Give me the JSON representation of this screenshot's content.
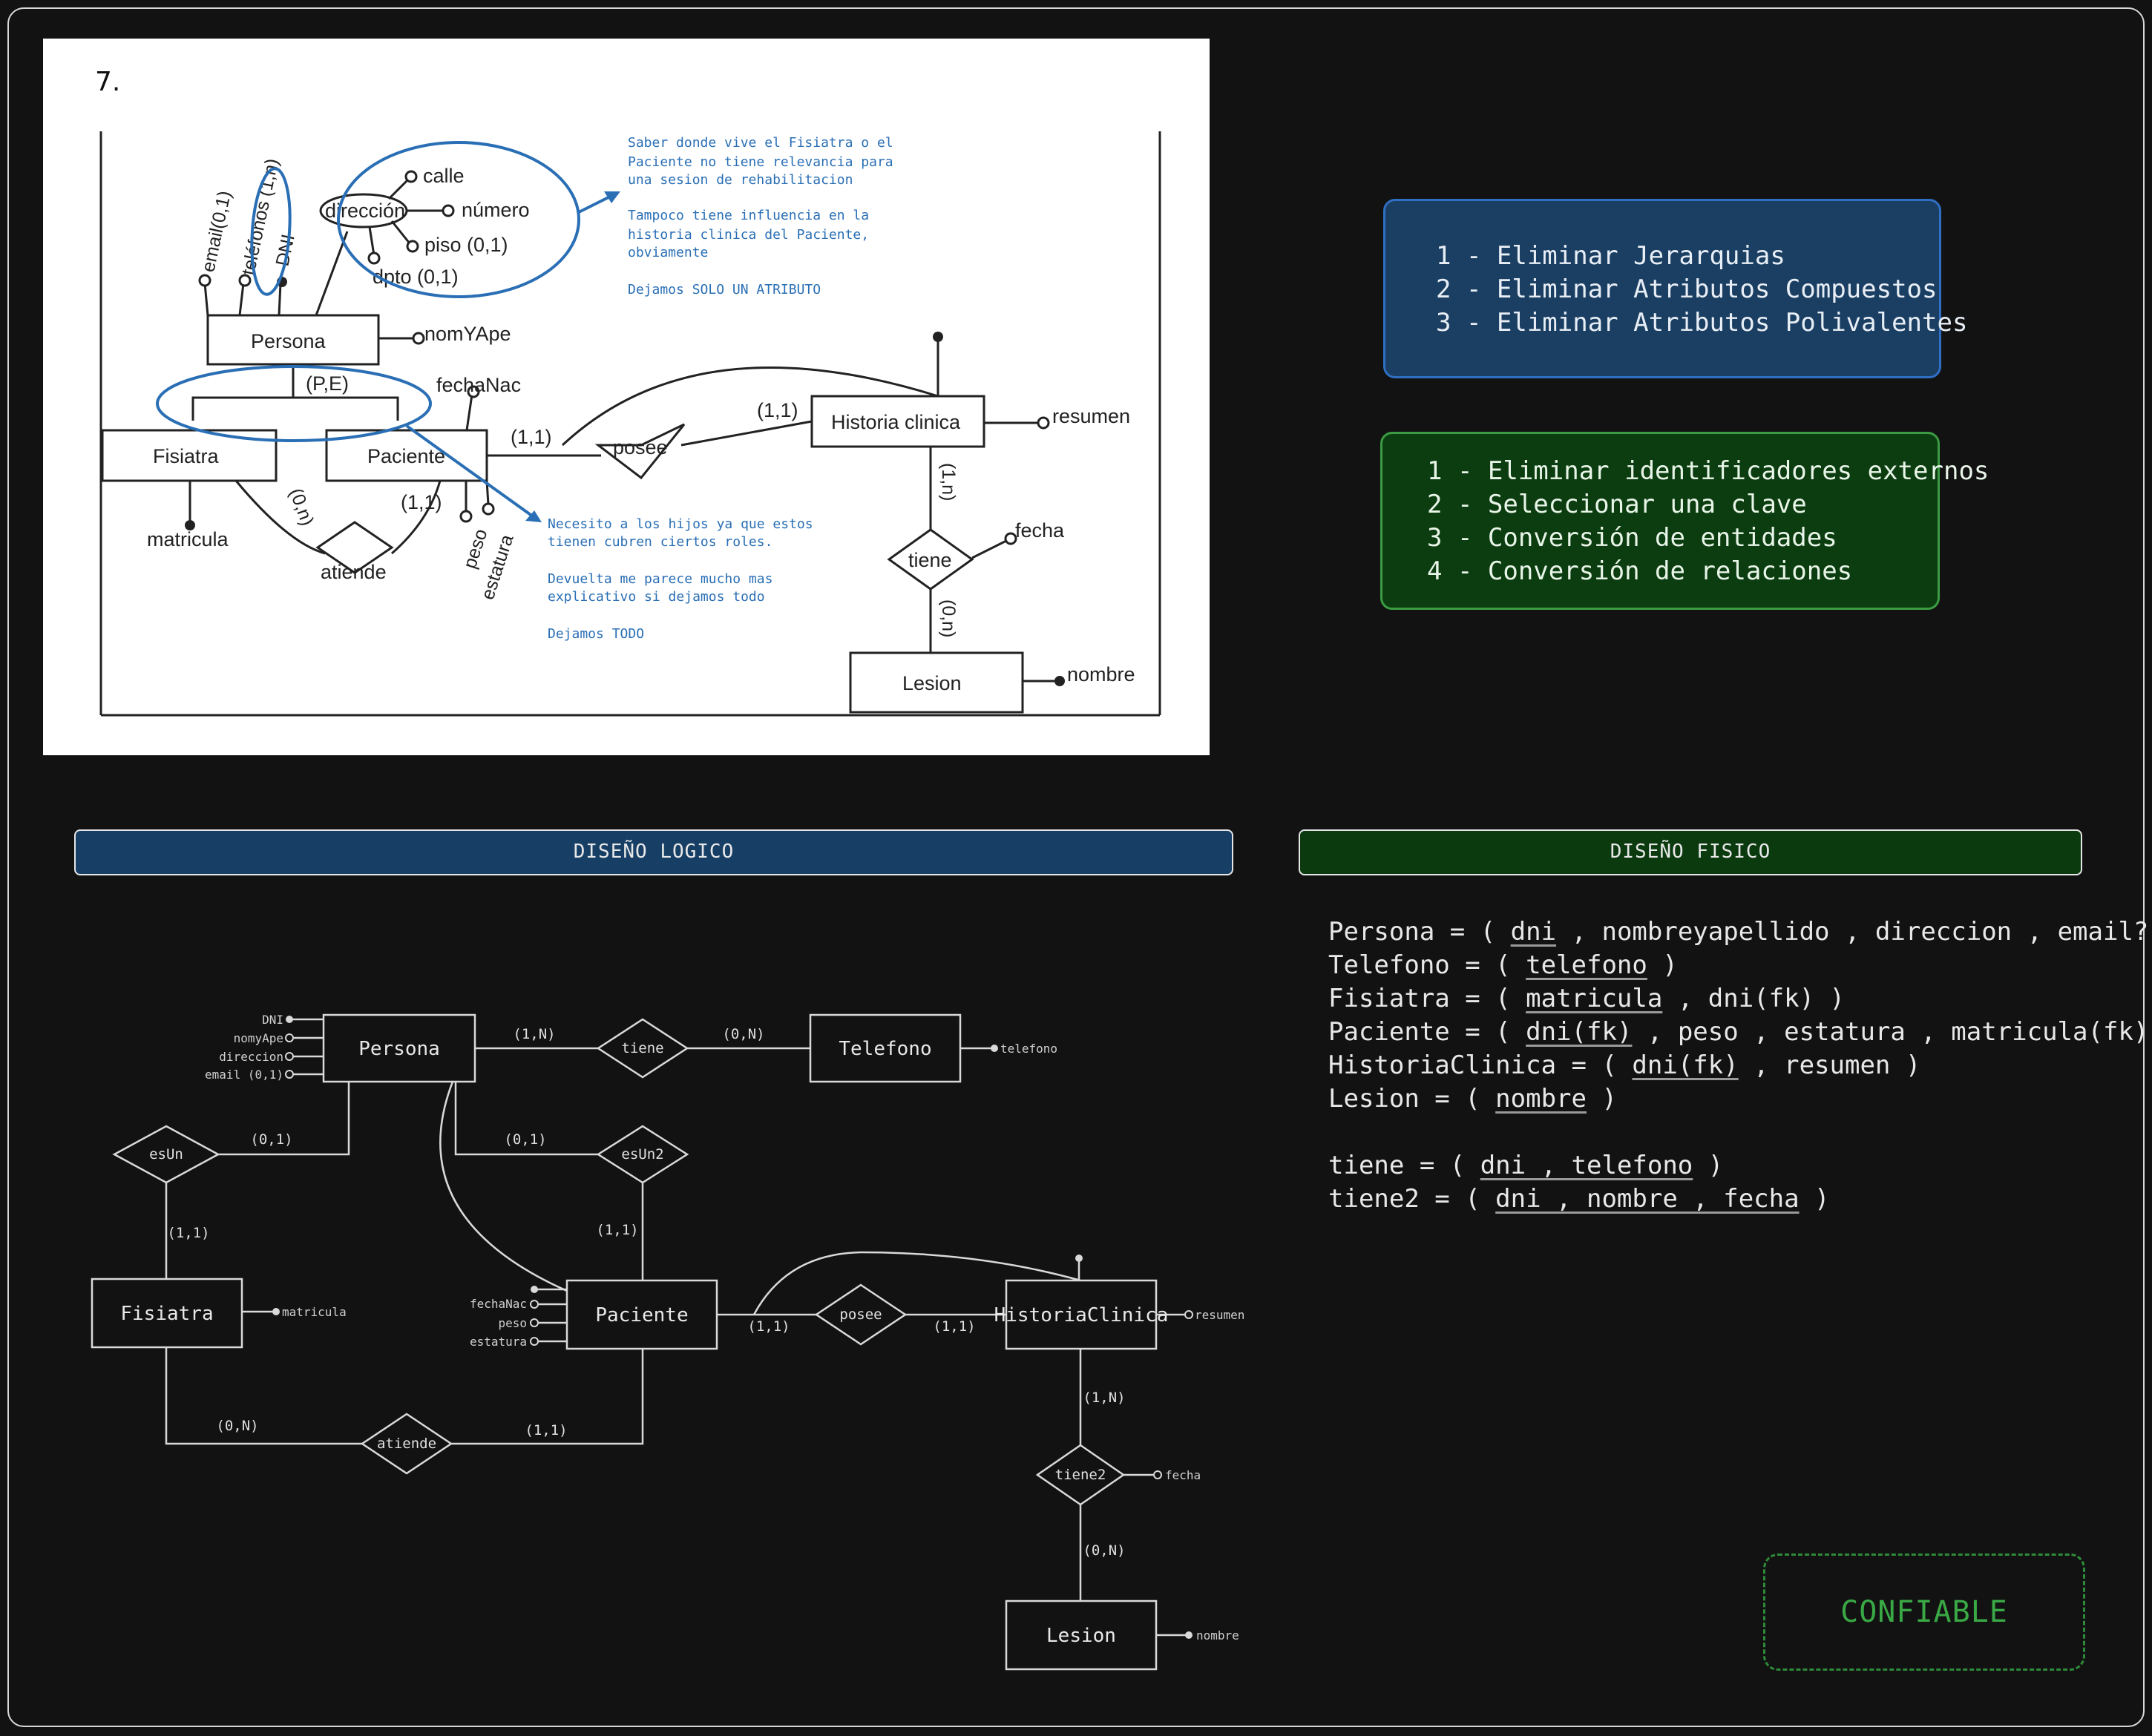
{
  "exercise_number": "7.",
  "source_diagram": {
    "entities": {
      "persona": "Persona",
      "fisiatra": "Fisiatra",
      "paciente": "Paciente",
      "historia": "Historia clinica",
      "lesion": "Lesion"
    },
    "relations": {
      "posee": "posee",
      "atiende": "atiende",
      "tiene": "tiene",
      "direccion": "dirección"
    },
    "attributes": {
      "email": "email(0,1)",
      "telefonos": "teléfonos (1,n)",
      "dni": "DNI",
      "calle": "calle",
      "numero": "número",
      "piso": "piso (0,1)",
      "dpto": "dpto (0,1)",
      "nomYApe": "nomYApe",
      "fechaNac": "fechaNac",
      "pe": "(P,E)",
      "resumen": "resumen",
      "fecha": "fecha",
      "nombre": "nombre",
      "matricula": "matricula",
      "peso": "peso",
      "estatura": "estatura"
    },
    "cardinalities": {
      "posee_left": "(1,1)",
      "posee_right": "(1,1)",
      "atiende_left": "(0,n)",
      "atiende_right": "(1,1)",
      "tiene_top": "(1,n)",
      "tiene_bottom": "(0,n)"
    },
    "note_top": [
      "Saber donde vive el Fisiatra o el",
      "Paciente no tiene relevancia para",
      "una sesion de rehabilitacion",
      "",
      "Tampoco tiene influencia en la",
      "historia clinica del Paciente,",
      "obviamente",
      "",
      "Dejamos SOLO UN ATRIBUTO"
    ],
    "note_bottom": [
      "Necesito a los hijos ya que estos",
      "tienen cubren ciertos roles.",
      "",
      "Devuelta me parece mucho mas",
      "explicativo si dejamos todo",
      "",
      "Dejamos TODO"
    ]
  },
  "logical_steps": [
    "1 - Eliminar Jerarquias",
    "2 - Eliminar Atributos Compuestos",
    "3 - Eliminar Atributos Polivalentes"
  ],
  "physical_steps": [
    "1 - Eliminar identificadores externos",
    "2 - Seleccionar una clave",
    "3 - Conversión de entidades",
    "4 - Conversión de relaciones"
  ],
  "headers": {
    "logical": "DISEÑO LOGICO",
    "physical": "DISEÑO FISICO"
  },
  "logical_diagram": {
    "entities": {
      "persona": "Persona",
      "telefono": "Telefono",
      "fisiatra": "Fisiatra",
      "paciente": "Paciente",
      "historia": "HistoriaClinica",
      "lesion": "Lesion"
    },
    "relations": {
      "tiene": "tiene",
      "esUn": "esUn",
      "esUn2": "esUn2",
      "posee": "posee",
      "atiende": "atiende",
      "tiene2": "tiene2"
    },
    "attributes": {
      "dni": "DNI",
      "nomyApe": "nomyApe",
      "direccion": "direccion",
      "email": "email (0,1)",
      "telefono": "telefono",
      "matricula": "matricula",
      "fechaNac": "fechaNac",
      "peso": "peso",
      "estatura": "estatura",
      "resumen": "resumen",
      "fecha": "fecha",
      "nombre": "nombre"
    },
    "cardinalities": {
      "tiene_left": "(1,N)",
      "tiene_right": "(0,N)",
      "esUn_top": "(0,1)",
      "esUn_bottom": "(1,1)",
      "esUn2_top": "(0,1)",
      "esUn2_bottom": "(1,1)",
      "posee_left": "(1,1)",
      "posee_right": "(1,1)",
      "atiende_left": "(0,N)",
      "atiende_right": "(1,1)",
      "tiene2_top": "(1,N)",
      "tiene2_bottom": "(0,N)"
    }
  },
  "physical_design": [
    [
      {
        "t": "Persona = ( "
      },
      {
        "t": "dni",
        "u": true
      },
      {
        "t": " , nombreyapellido , direccion , email? )"
      }
    ],
    [
      {
        "t": "Telefono = ( "
      },
      {
        "t": "telefono",
        "u": true
      },
      {
        "t": " )"
      }
    ],
    [
      {
        "t": "Fisiatra = ( "
      },
      {
        "t": "matricula",
        "u": true
      },
      {
        "t": " , dni(fk) )"
      }
    ],
    [
      {
        "t": "Paciente = ( "
      },
      {
        "t": "dni(fk)",
        "u": true
      },
      {
        "t": " , peso , estatura , matricula(fk) )"
      }
    ],
    [
      {
        "t": "HistoriaClinica = ( "
      },
      {
        "t": "dni(fk)",
        "u": true
      },
      {
        "t": " , resumen )"
      }
    ],
    [
      {
        "t": "Lesion = ( "
      },
      {
        "t": "nombre",
        "u": true
      },
      {
        "t": " )"
      }
    ],
    [],
    [
      {
        "t": "tiene = ( "
      },
      {
        "t": "dni , telefono",
        "u": true
      },
      {
        "t": " )"
      }
    ],
    [
      {
        "t": "tiene2 = ( "
      },
      {
        "t": "dni , nombre , fecha",
        "u": true
      },
      {
        "t": " )"
      }
    ]
  ],
  "badge": "CONFIABLE",
  "colors": {
    "blue_box": "#1b3f63",
    "blue_border": "#2f6fc4",
    "green_box": "#0c3d10",
    "green_border": "#3c9c44",
    "annotation_blue": "#2a6fb5",
    "badge_green": "#39a845"
  }
}
